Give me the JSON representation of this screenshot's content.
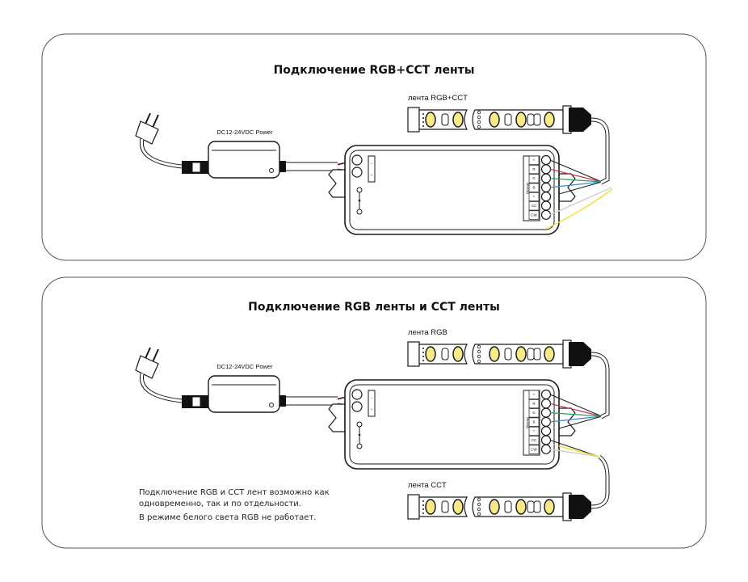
{
  "panel1": {
    "title": "Подключение RGB+CCT ленты",
    "power_label": "DC12-24VDC Power",
    "strip_label": "лента RGB+CCT"
  },
  "panel2": {
    "title": "Подключение RGB ленты и CCT ленты",
    "power_label": "DC12-24VDC Power",
    "strip_rgb_label": "лента RGB",
    "strip_cct_label": "лента CCT",
    "note_line1": "Подключение RGB и CCT лент возможно как",
    "note_line2": "одновременно, так и по отдельности.",
    "note_line3": "В режиме белого света RGB не работает."
  },
  "controller": {
    "input_terminals": [
      "−",
      "+"
    ],
    "output_label": "Выход",
    "output_terminals": [
      "+",
      "R",
      "G",
      "B",
      "+",
      "CC",
      "CW"
    ]
  },
  "colors": {
    "outline": "#1a1a1a",
    "panel_border": "#555555",
    "wire_red": "#c8324a",
    "wire_green": "#2a9a6a",
    "wire_blue": "#3a8ac8",
    "wire_white": "#d0d0d0",
    "wire_yellow": "#f0e040",
    "led_yellow": "#f5e98a"
  }
}
